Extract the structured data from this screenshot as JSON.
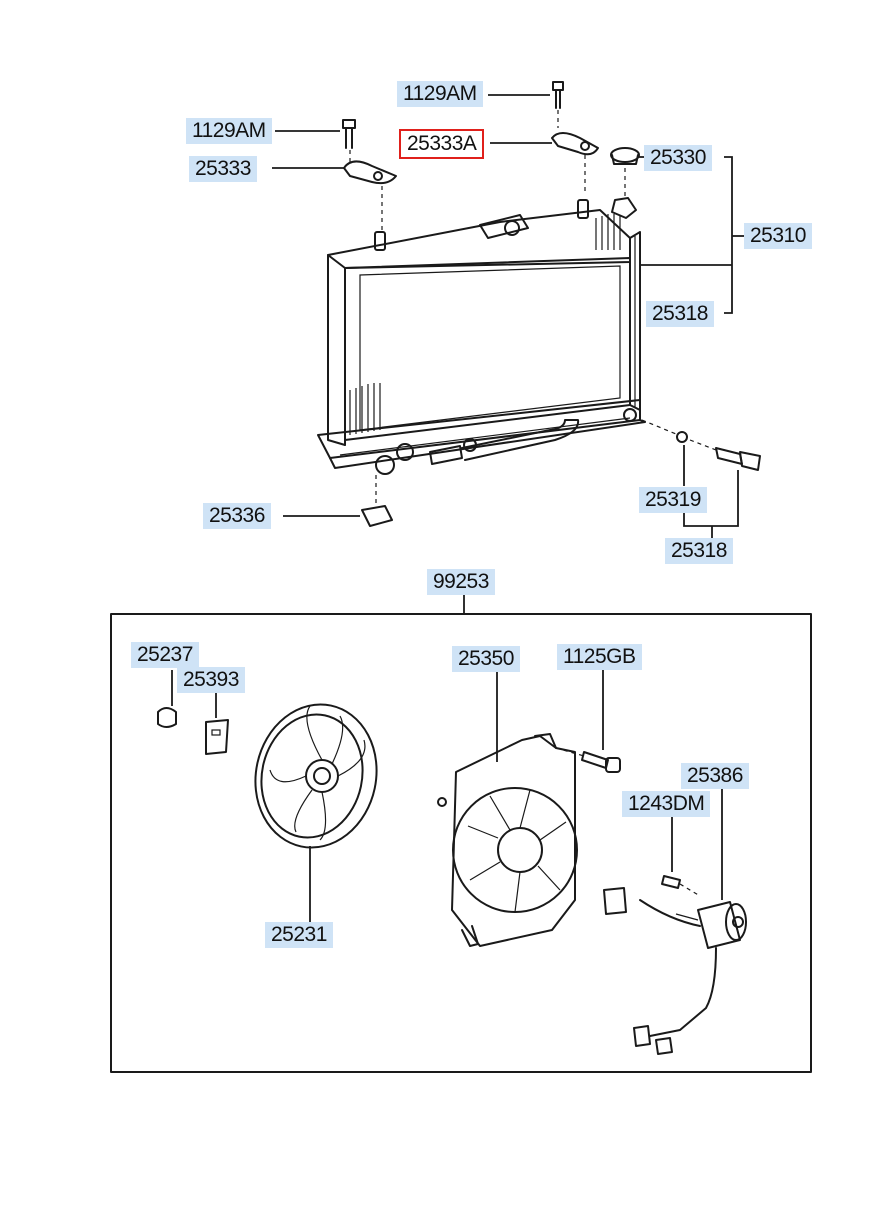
{
  "labels": {
    "bolt_top": "1129AM",
    "bolt_left": "1129AM",
    "bracket_left": "25333",
    "bracket_right": "25333A",
    "cap": "25330",
    "radiator_assy": "25310",
    "radiator_upper": "25318",
    "drain_plug": "25336",
    "oring": "25319",
    "drain_assy": "25318",
    "fan_module": "99253",
    "nut": "25237",
    "clip": "25393",
    "shroud": "25350",
    "shroud_bolt": "1125GB",
    "motor": "25386",
    "motor_screw": "1243DM",
    "fan": "25231"
  },
  "colors": {
    "label_bg": "#cfe3f6",
    "highlight_border": "#e0201b",
    "line": "#1a1a1a"
  }
}
